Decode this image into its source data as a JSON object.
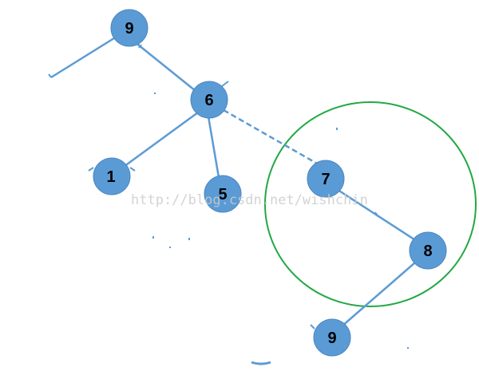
{
  "diagram": {
    "nodes": {
      "root": {
        "label": "9"
      },
      "six": {
        "label": "6"
      },
      "one": {
        "label": "1"
      },
      "five": {
        "label": "5"
      },
      "seven": {
        "label": "7"
      },
      "eight": {
        "label": "8"
      },
      "nine_bottom": {
        "label": "9"
      }
    },
    "watermark": "http://blog.csdn.net/wishchin"
  },
  "colors": {
    "node_fill": "#5b9bd5",
    "node_stroke": "#4a86c0",
    "edge": "#5b9bd5",
    "highlight_circle": "#22a844"
  }
}
